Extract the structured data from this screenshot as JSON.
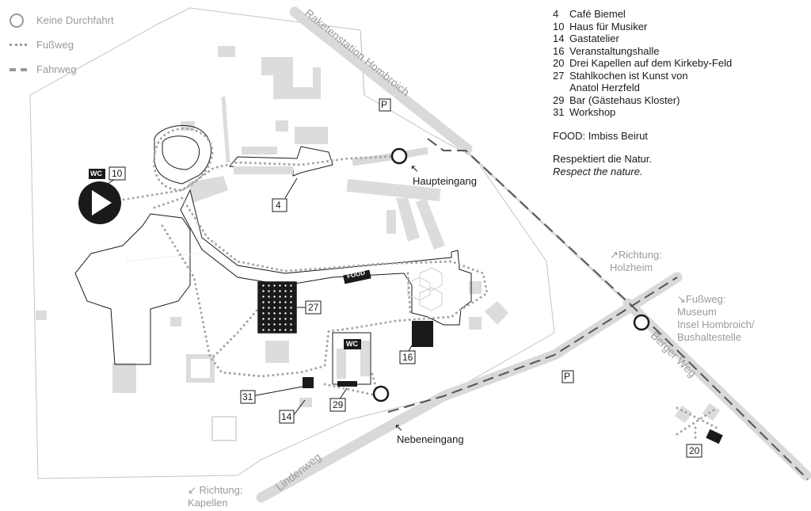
{
  "legend": {
    "no_passage": "Keine Durchfahrt",
    "footpath": "Fußweg",
    "driveway": "Fahrweg"
  },
  "index": {
    "items": [
      {
        "num": "4",
        "label": "Café Biemel"
      },
      {
        "num": "10",
        "label": "Haus für Musiker"
      },
      {
        "num": "14",
        "label": "Gastatelier"
      },
      {
        "num": "16",
        "label": "Veranstaltungshalle"
      },
      {
        "num": "20",
        "label": "Drei Kapellen auf dem Kirkeby-Feld"
      },
      {
        "num": "27",
        "label": "Stahlkochen ist Kunst von",
        "label2": "Anatol Herzfeld"
      },
      {
        "num": "29",
        "label": "Bar (Gästehaus Kloster)"
      },
      {
        "num": "31",
        "label": "Workshop"
      }
    ],
    "food": "FOOD: Imbiss Beirut",
    "note_de": "Respektiert die Natur.",
    "note_en": "Respect the nature."
  },
  "roads": {
    "raketenstation": "Raketenstation Hombroich",
    "berger_weg": "Berger Weg",
    "lindenweg": "Lindenweg"
  },
  "entrances": {
    "main": "Haupteingang",
    "side": "Nebeneingang"
  },
  "directions": {
    "holzheim_1": "↗Richtung:",
    "holzheim_2": "Holzheim",
    "museum_1": "↘Fußweg:",
    "museum_2": "Museum",
    "museum_3": "Insel Hombroich/",
    "museum_4": "Bushaltestelle",
    "kapellen_1": "↙ Richtung:",
    "kapellen_2": "Kapellen"
  },
  "markers": {
    "parking": "P",
    "wc": "WC",
    "food_tag": "FOOD",
    "n4": "4",
    "n10": "10",
    "n14": "14",
    "n16": "16",
    "n20": "20",
    "n27": "27",
    "n29": "29",
    "n31": "31"
  },
  "colors": {
    "road_grey": "#d9d9d9",
    "building_grey": "#dcdcdc",
    "path_grey": "#a6a6a6",
    "ink": "#1a1a1a"
  }
}
